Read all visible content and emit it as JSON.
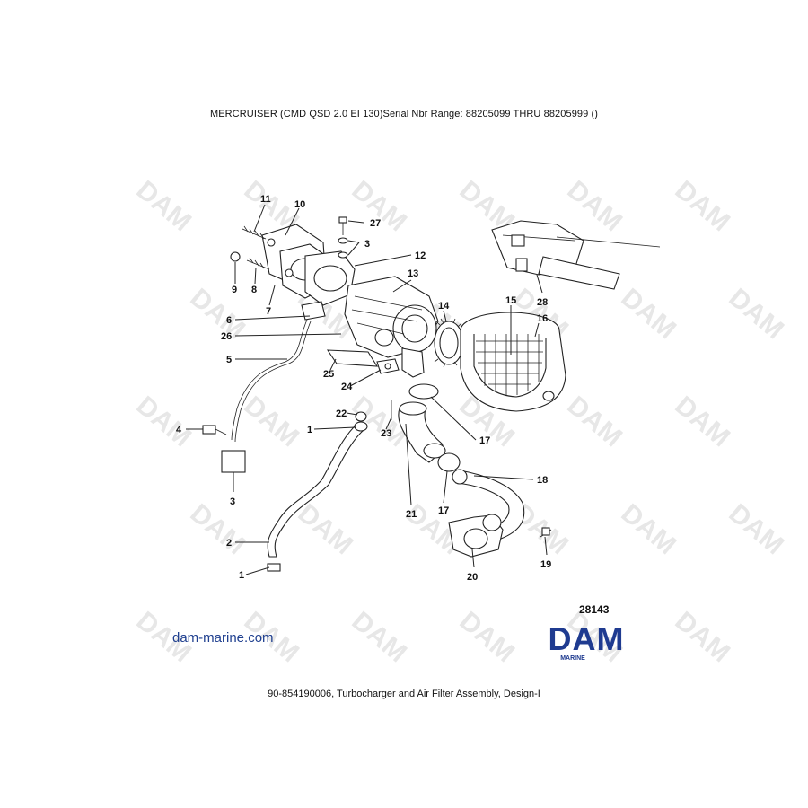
{
  "header": {
    "title": "MERCRUISER (CMD QSD 2.0 EI 130)Serial Nbr Range: 88205099 THRU 88205999 ()"
  },
  "footer": {
    "caption": "90-854190006, Turbocharger and Air Filter Assembly, Design-I",
    "site": "dam-marine.com",
    "drawing_number": "28143"
  },
  "logo": {
    "word": "DAM",
    "sub": "MARINE"
  },
  "watermark": {
    "text": "DAM"
  },
  "callouts": [
    "11",
    "10",
    "27",
    "3",
    "12",
    "9",
    "8",
    "7",
    "13",
    "14",
    "15",
    "16",
    "28",
    "6",
    "26",
    "5",
    "25",
    "24",
    "22",
    "1",
    "23",
    "17",
    "4",
    "3",
    "18",
    "2",
    "21",
    "17",
    "20",
    "19",
    "1"
  ],
  "colors": {
    "brand": "#1f3b90",
    "link": "#1f3f8f",
    "watermark": "#e7e7e7"
  }
}
